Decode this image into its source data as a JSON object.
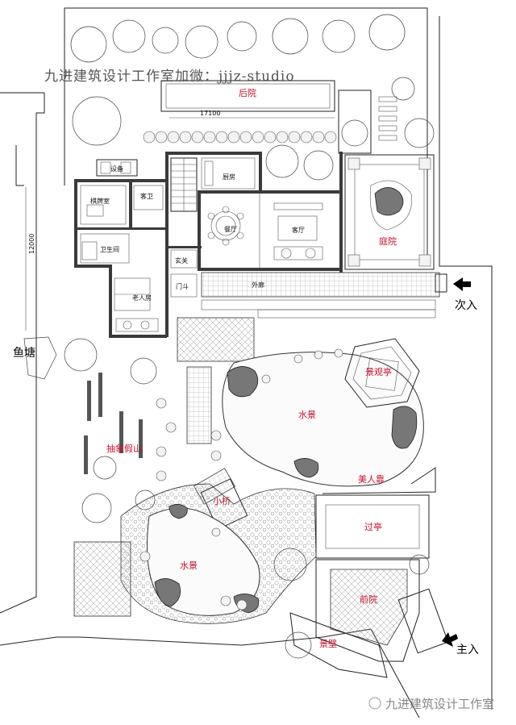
{
  "watermark": {
    "top": "九进建筑设计工作室加微：jjjz-studio",
    "bottom": "九进建筑设计工作室"
  },
  "dimensions": {
    "width_label": "17100",
    "height_label": "12000"
  },
  "rooms": {
    "back_yard": "后院",
    "kitchen": "厨房",
    "dining": "餐厅",
    "living": "客厅",
    "court": "庭院",
    "chess": "棋牌室",
    "guest_wc": "客卫",
    "bathroom": "卫生间",
    "elder_room": "老人房",
    "foyer": "玄关",
    "gate": "门斗",
    "corridor": "外廊",
    "equip": "设备"
  },
  "garden": {
    "pavilion_view": "景观亭",
    "water_north": "水景",
    "beauty_seat": "美人靠",
    "pass_pavilion": "过亭",
    "bridge": "小桥",
    "abstract_rockery": "抽象假山",
    "water_south": "水景",
    "front_yard": "前院",
    "screen_wall": "景壁"
  },
  "external": {
    "fish_pond": "鱼塘",
    "secondary_entry": "次入",
    "main_entry": "主入"
  }
}
